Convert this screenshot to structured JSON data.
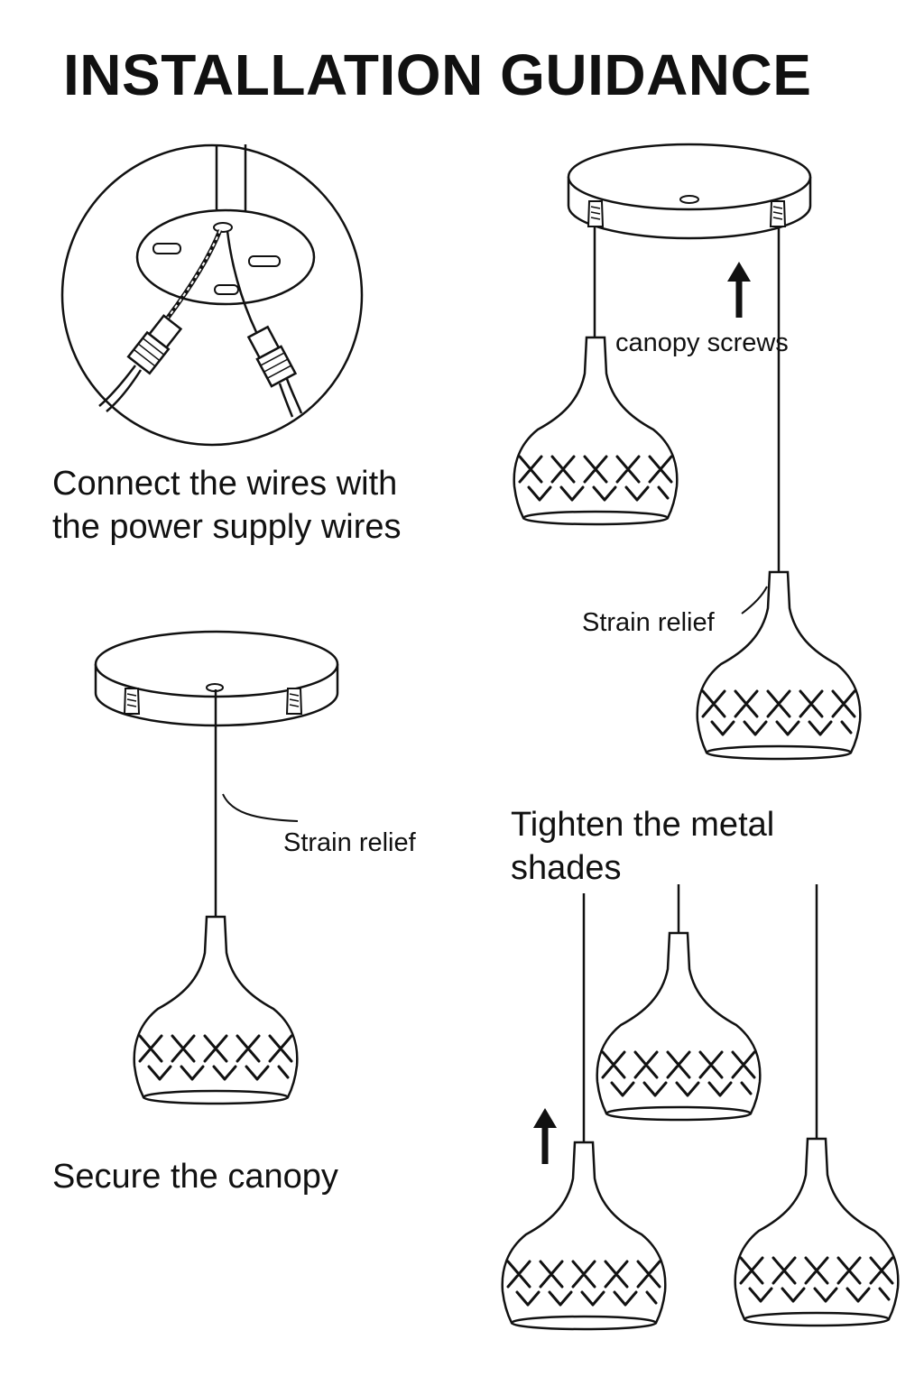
{
  "title": "INSTALLATION GUIDANCE",
  "steps": {
    "connect": "Connect the wires with the power supply wires",
    "secure": "Secure the canopy",
    "tighten": "Tighten the metal shades"
  },
  "labels": {
    "canopy_screws": "canopy screws",
    "strain_relief_top": "Strain relief",
    "strain_relief_left": "Strain relief"
  },
  "colors": {
    "ink": "#111111",
    "background": "#ffffff"
  }
}
